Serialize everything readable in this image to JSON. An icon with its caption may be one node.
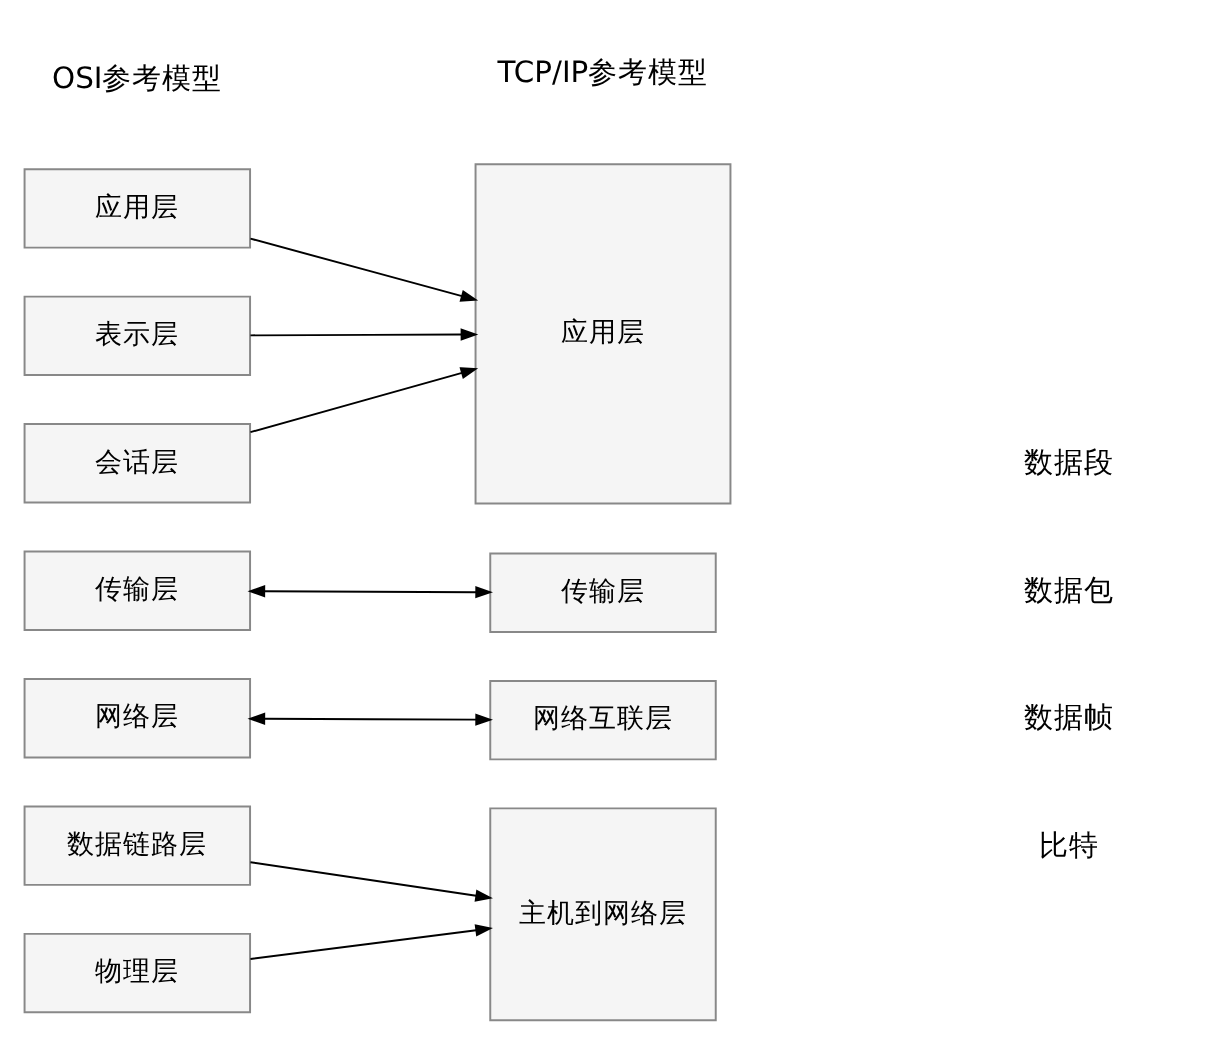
{
  "diagram": {
    "nodes": [
      {
        "text": [
          "应用层"
        ]
      },
      {
        "text": [
          "表示层"
        ]
      },
      {
        "text": [
          "会话层"
        ]
      },
      {
        "text": [
          "传输层"
        ]
      },
      {
        "text": [
          "网络层"
        ]
      },
      {
        "text": [
          "数据链路层"
        ]
      },
      {
        "text": [
          "物理层"
        ]
      },
      {
        "text": [
          "应用层"
        ]
      },
      {
        "text": [
          "传输层"
        ]
      },
      {
        "text": [
          "网络互联层"
        ]
      },
      {
        "text": [
          "主机到网络层"
        ]
      }
    ],
    "edges": [
      {
        "from": 0,
        "to": 7,
        "arrow": "to"
      },
      {
        "from": 1,
        "to": 7,
        "arrow": "to"
      },
      {
        "from": 2,
        "to": 7,
        "arrow": "to"
      },
      {
        "from": 3,
        "to": 8,
        "arrow": "both"
      },
      {
        "from": 4,
        "to": 9,
        "arrow": "both"
      },
      {
        "from": 5,
        "to": 10,
        "arrow": "to"
      },
      {
        "from": 6,
        "to": 10,
        "arrow": "to"
      }
    ],
    "labels": [
      "OSI参考模型",
      "TCP/IP参考模型",
      "数据段",
      "数据包",
      "数据帧",
      "比特"
    ]
  }
}
